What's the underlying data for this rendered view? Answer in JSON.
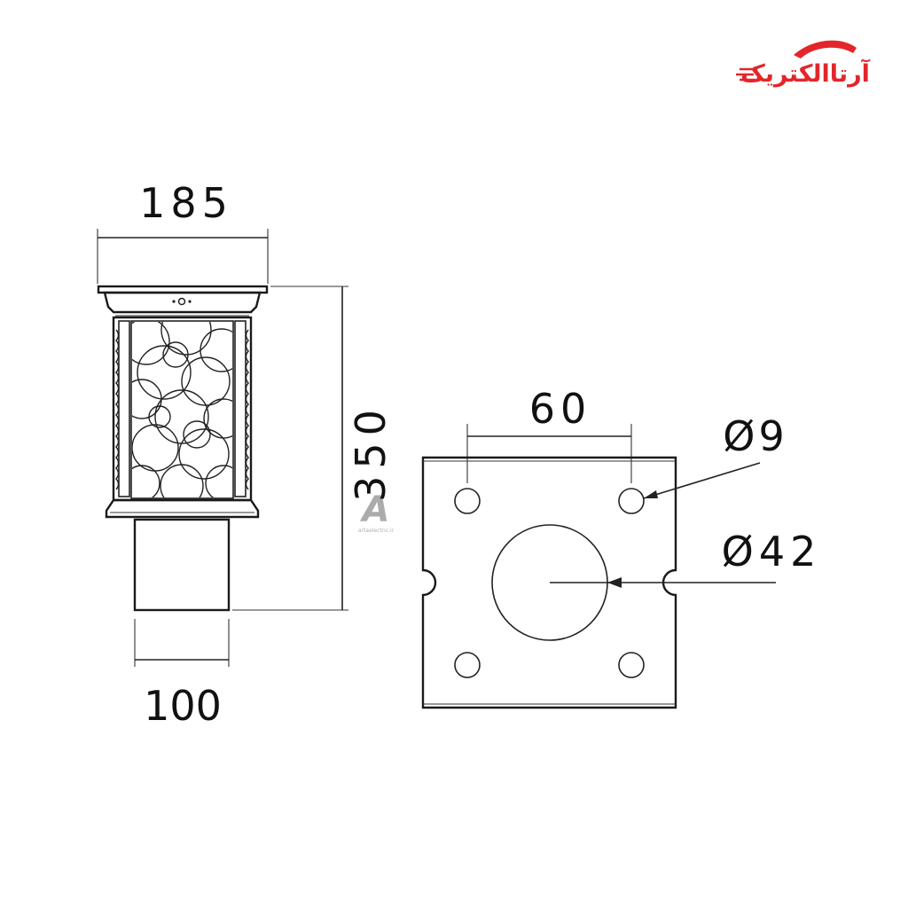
{
  "brand": {
    "logo_text": "آرتاالکتریک",
    "color": "#e2262b"
  },
  "watermark": {
    "letter": "A",
    "caption": "artaelectric.ir"
  },
  "side_view": {
    "top_width": "185",
    "height": "350",
    "base_width": "100"
  },
  "base_plate": {
    "hole_spacing": "60",
    "hole_diameter": "Ø9",
    "center_diameter": "Ø42"
  }
}
